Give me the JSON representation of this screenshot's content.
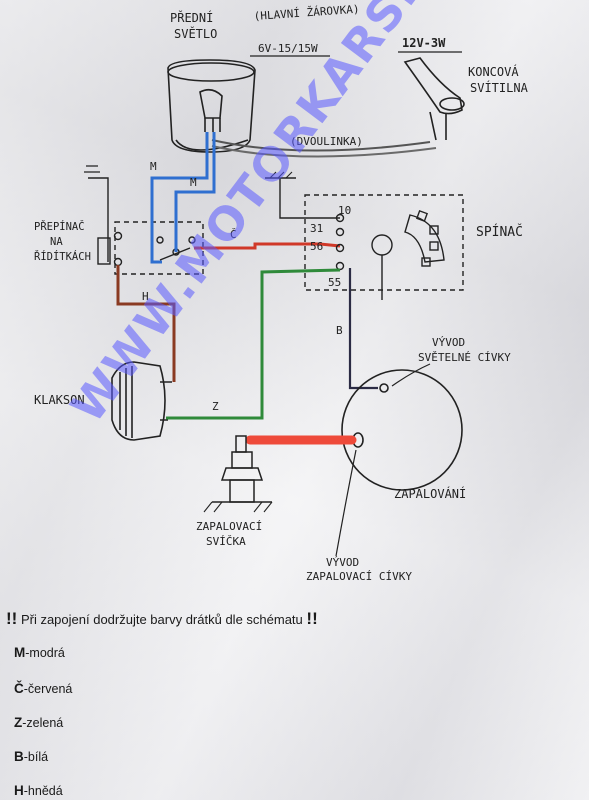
{
  "labels": {
    "headlight": [
      "PŘEDNÍ",
      "SVĚTLO"
    ],
    "main_bulb": "(HLAVNÍ ŽÁROVKA)",
    "bulb_spec": "6V-15/15W",
    "tail_spec": "12V-3W",
    "taillight": [
      "KONCOVÁ",
      "SVÍTILNA"
    ],
    "twin_wire": "(DVOULINKA)",
    "switch_handlebar": [
      "PŘEPÍNAČ",
      "NA",
      "ŘÍDÍTKÁCH"
    ],
    "ignition_switch": "SPÍNAČ",
    "horn": "KLAKSON",
    "spark_plug": [
      "ZAPALOVACÍ",
      "SVÍČKA"
    ],
    "ignition": "ZAPALOVÁNÍ",
    "light_coil_lead": [
      "VÝVOD",
      "SVĚTELNÉ CÍVKY"
    ],
    "ignition_coil_lead": [
      "VÝVOD",
      "ZAPALOVACÍ CÍVKY"
    ]
  },
  "terminals": {
    "t10": "10",
    "t31": "31",
    "t56": "56",
    "t55": "55"
  },
  "wire_tags": {
    "m1": "M",
    "m2": "M",
    "c": "Č",
    "h": "H",
    "z": "Z",
    "b": "B"
  },
  "colors": {
    "blue": "#2f6fd0",
    "red": "#d03828",
    "green": "#2f8a3a",
    "brown": "#8a3a22",
    "white_wire": "#2b2b44",
    "spark_lead": "#ee4a3a",
    "ink": "#222222"
  },
  "legend": {
    "title": "Při zapojení dodržujte barvy drátků dle schématu",
    "bang": "!!",
    "items": [
      {
        "key": "M",
        "text": "-modrá"
      },
      {
        "key": "Č",
        "text": "-červená"
      },
      {
        "key": "Z",
        "text": "-zelená"
      },
      {
        "key": "B",
        "text": "-bílá"
      },
      {
        "key": "H",
        "text": "-hnědá"
      }
    ]
  },
  "watermark": "WWW.MOTORKARSKE.CZ"
}
